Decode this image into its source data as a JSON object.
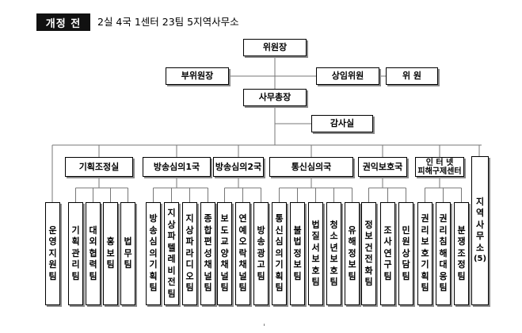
{
  "header": {
    "tag": "개정 전",
    "summary": "2실 4국 1센터 23팀 5지역사무소"
  },
  "top": {
    "chair": "위원장",
    "vice_chair": "부위원장",
    "standing_member": "상임위원",
    "member": "위 원",
    "secretary_general": "사무총장",
    "audit": "감사실"
  },
  "units": [
    {
      "name": "기획조정실",
      "teams": [
        "기획관리팀",
        "대외협력팀",
        "홍보팀",
        "법무팀"
      ]
    },
    {
      "name": "방송심의1국",
      "teams": [
        "방송심의기획팀",
        "지상파텔레비전팀",
        "지상파라디오팀",
        "종합편성채널팀"
      ]
    },
    {
      "name": "방송심의2국",
      "teams": [
        "보도교양채널팀",
        "연예오락채널팀",
        "방송광고팀"
      ]
    },
    {
      "name": "통신심의국",
      "teams": [
        "통신심의기획팀",
        "불법정보팀",
        "법질서보호팀",
        "청소년보호팀",
        "유해정보팀"
      ]
    },
    {
      "name": "권익보호국",
      "teams": [
        "정보건전화팀",
        "조사연구팀",
        "민원상담팀"
      ]
    },
    {
      "name": "인터넷피해구제센터",
      "name_lines": [
        "인 터 넷",
        "피해구제센터"
      ],
      "teams": [
        "권리보호기획팀",
        "권리침해대응팀",
        "분쟁조정팀"
      ]
    }
  ],
  "standalone": {
    "left": "운영지원팀",
    "right": "지역사무소",
    "right_count": "(5)"
  }
}
